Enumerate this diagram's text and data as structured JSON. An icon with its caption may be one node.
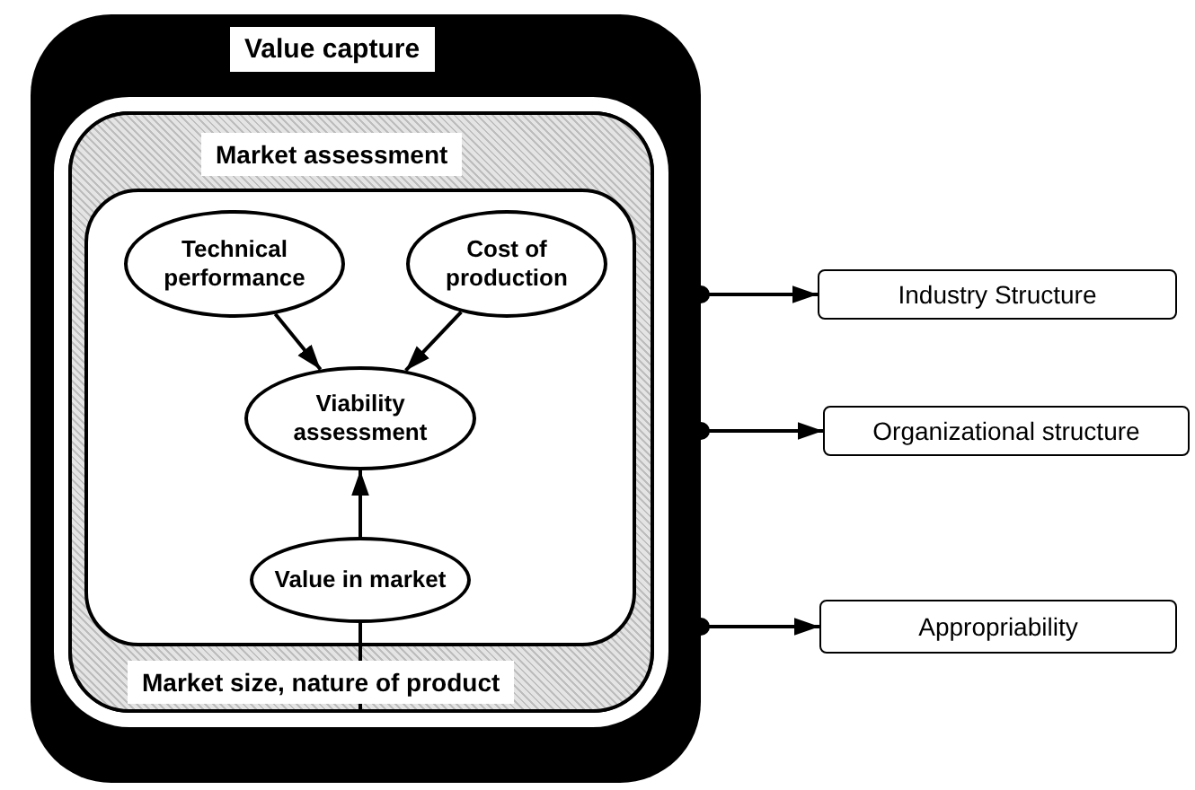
{
  "diagram": {
    "nodes": [
      {
        "text": [
          "Value capture"
        ]
      },
      {
        "text": [
          "Market assessment",
          "Market size, nature of product"
        ],
        "in": 0
      },
      {
        "text": [],
        "shape": "box",
        "in": 1
      },
      {
        "text": [
          "Technical performance"
        ],
        "in": 2
      },
      {
        "text": [
          "Cost of production"
        ],
        "in": 2
      },
      {
        "text": [
          "Viability assessment"
        ],
        "in": 2
      },
      {
        "text": [
          "Value in market"
        ],
        "in": 2
      },
      {
        "text": [
          "Industry Structure"
        ]
      },
      {
        "text": [
          "Organizational structure"
        ]
      },
      {
        "text": [
          "Appropriability"
        ]
      }
    ],
    "edges": [
      {
        "from": 3,
        "to": 5,
        "arrow": "to"
      },
      {
        "from": 4,
        "to": 5,
        "arrow": "to"
      },
      {
        "from": 6,
        "to": 5,
        "arrow": "to"
      },
      {
        "from": 1,
        "to": 6,
        "arrow": "none"
      },
      {
        "from": 0,
        "to": 7,
        "arrow": "to"
      },
      {
        "from": 0,
        "to": 8,
        "arrow": "to"
      },
      {
        "from": 0,
        "to": 9,
        "arrow": "to"
      }
    ]
  }
}
